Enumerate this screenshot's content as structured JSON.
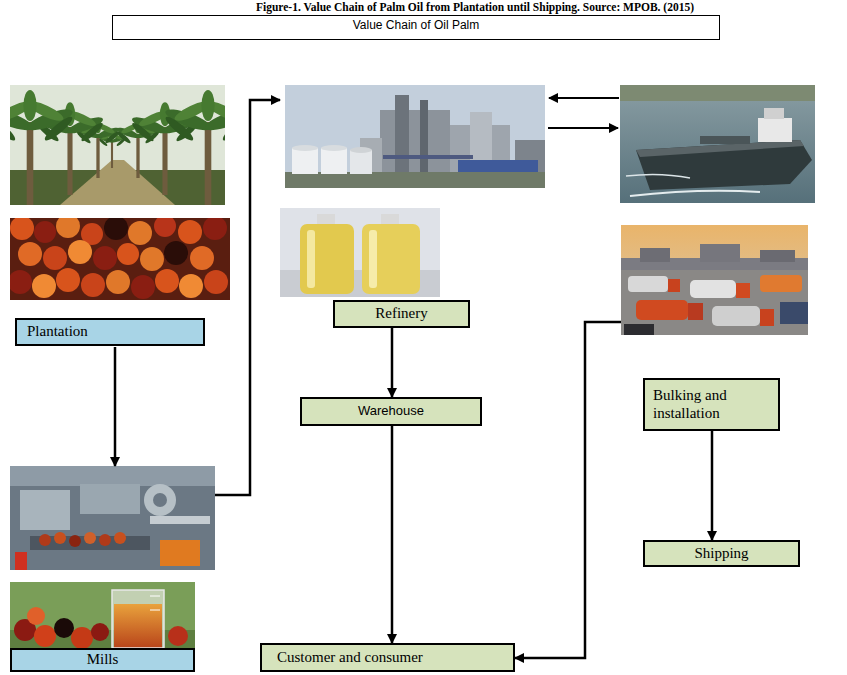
{
  "diagram": {
    "title": "Value Chain of Oil Palm",
    "caption": "Figure-1. Value Chain of Palm Oil from Plantation until Shipping. Source: MPOB. (2015)",
    "nodes": [
      {
        "text": [
          "Plantation"
        ]
      },
      {
        "text": [
          "Mills"
        ]
      },
      {
        "text": [
          "Refinery"
        ]
      },
      {
        "text": [
          "Warehouse"
        ]
      },
      {
        "text": [
          "Bulking and installation"
        ]
      },
      {
        "text": [
          "Shipping"
        ]
      },
      {
        "text": [
          "Customer and consumer"
        ]
      }
    ],
    "edges": [
      {
        "from": 0,
        "to": 1,
        "arrow": "to"
      },
      {
        "from": 1,
        "to": 2,
        "arrow": "to"
      },
      {
        "from": 2,
        "to": 3,
        "arrow": "to"
      },
      {
        "from": 3,
        "to": 6,
        "arrow": "to"
      },
      {
        "from": 4,
        "to": 5,
        "arrow": "to"
      },
      {
        "from": 4,
        "to": 6,
        "arrow": "to"
      }
    ]
  }
}
